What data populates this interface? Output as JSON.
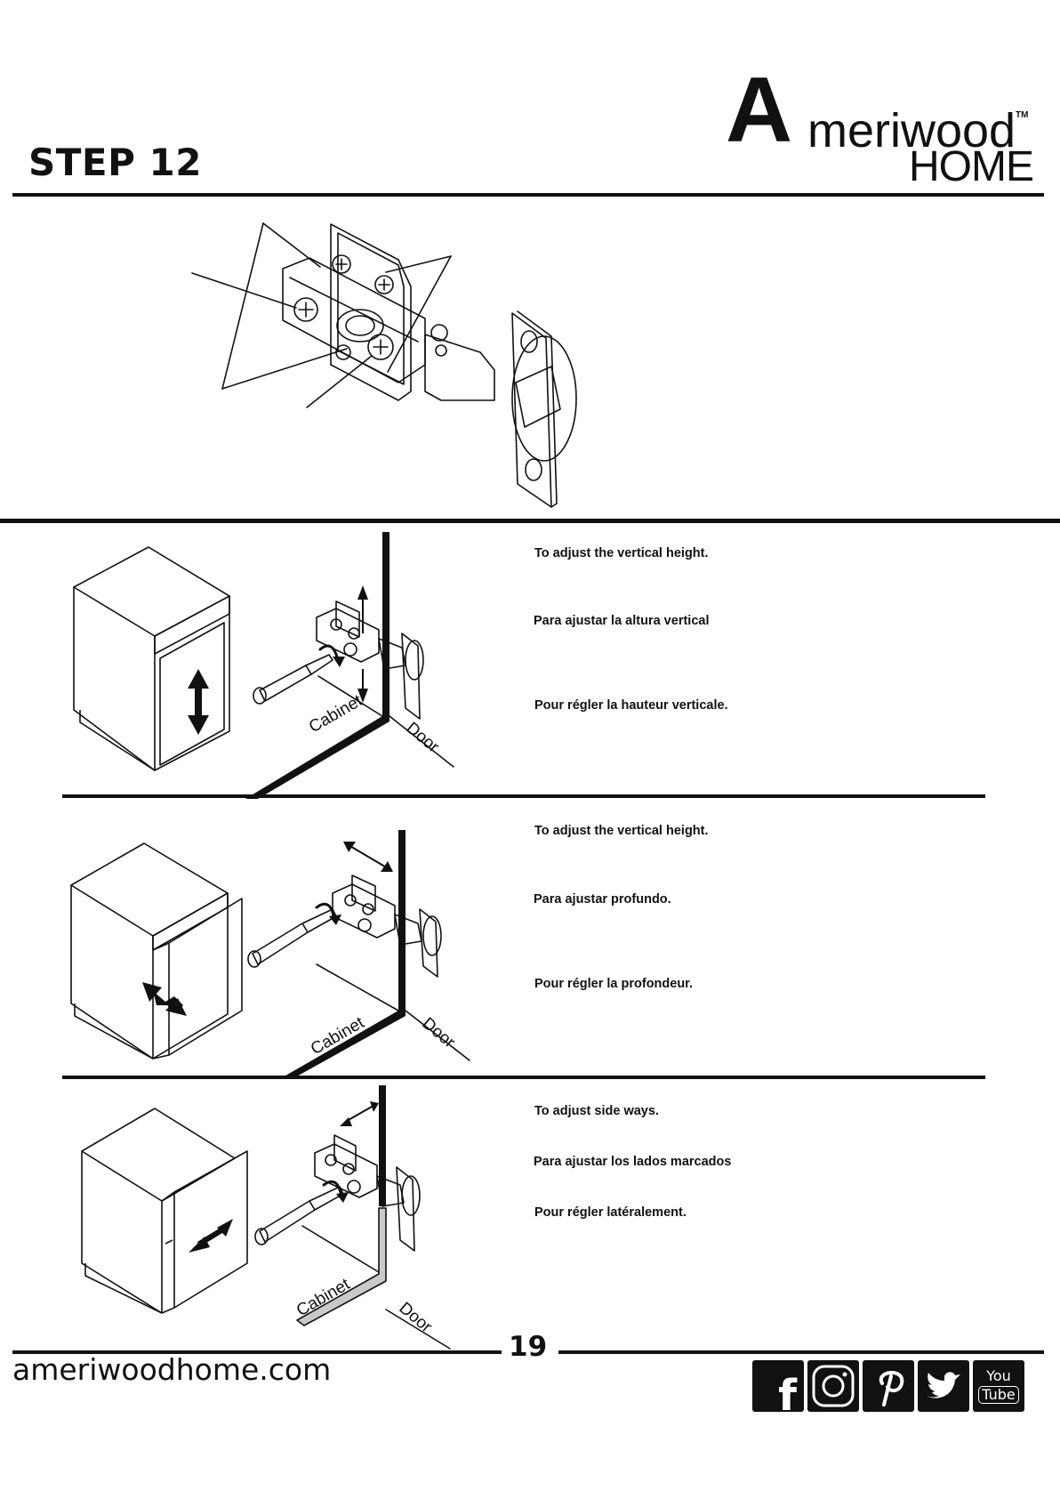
{
  "header": {
    "step_title": "STEP 12",
    "brand_initial": "A",
    "brand_name": "meriwood",
    "brand_sub": "HOME",
    "brand_tm": "TM"
  },
  "panels": [
    {
      "instructions": [
        "To adjust the vertical height.",
        "Para ajustar la altura vertical",
        "Pour régler la hauteur verticale."
      ],
      "label_cabinet": "Cabinet",
      "label_door": "Door"
    },
    {
      "instructions": [
        "To adjust the vertical height.",
        "Para ajustar profundo.",
        "Pour régler la profondeur."
      ],
      "label_cabinet": "Cabinet",
      "label_door": "Door"
    },
    {
      "instructions": [
        "To adjust side ways.",
        "Para ajustar los lados marcados",
        "Pour régler latéralement."
      ],
      "label_cabinet": "Cabinet",
      "label_door": "Door"
    }
  ],
  "footer": {
    "website": "ameriwoodhome.com",
    "page_number": "19",
    "social": {
      "facebook": "f",
      "youtube_top": "You",
      "youtube_bottom": "Tube"
    }
  }
}
